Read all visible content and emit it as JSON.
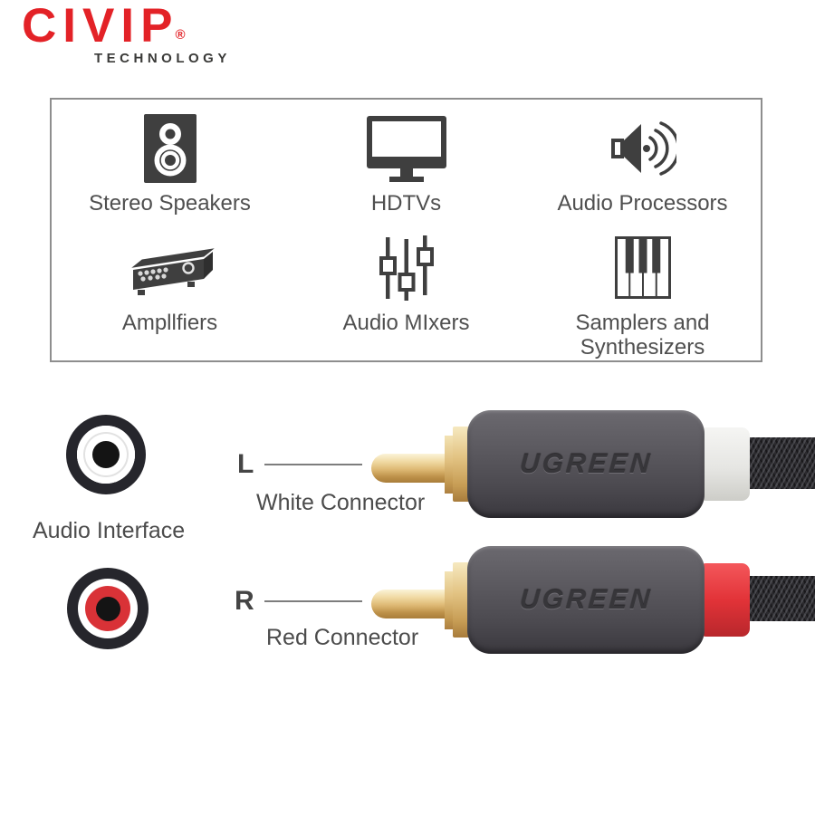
{
  "brand": {
    "name": "CIVIP",
    "registered_mark": "®",
    "tagline": "TECHNOLOGY",
    "brand_color": "#e32227",
    "tagline_color": "#3a3a38"
  },
  "compatibility": {
    "items": [
      {
        "label": "Stereo Speakers",
        "icon": "stereo-speakers-icon"
      },
      {
        "label": "HDTVs",
        "icon": "hdtv-icon"
      },
      {
        "label": "Audio Processors",
        "icon": "audio-processor-icon"
      },
      {
        "label": "Ampllfiers",
        "icon": "amplifier-icon"
      },
      {
        "label": "Audio MIxers",
        "icon": "audio-mixer-icon"
      },
      {
        "label": "Samplers and Synthesizers",
        "icon": "synthesizer-keys-icon"
      }
    ],
    "icon_color": "#3f3f3f",
    "border_color": "#8e8e8e"
  },
  "audio_interface": {
    "label": "Audio Interface",
    "white_jack_color": "#ffffff",
    "red_jack_color": "#d93237",
    "ring_color": "#26262c"
  },
  "connectors": {
    "left": {
      "channel": "L",
      "caption": "White Connector",
      "brand_text": "UGREEN",
      "boot_color": "#e9e9e7"
    },
    "right": {
      "channel": "R",
      "caption": "Red Connector",
      "brand_text": "UGREEN",
      "boot_color": "#e23a3e"
    },
    "pin_color": "#ddb873",
    "body_color": "#4c4a50"
  }
}
